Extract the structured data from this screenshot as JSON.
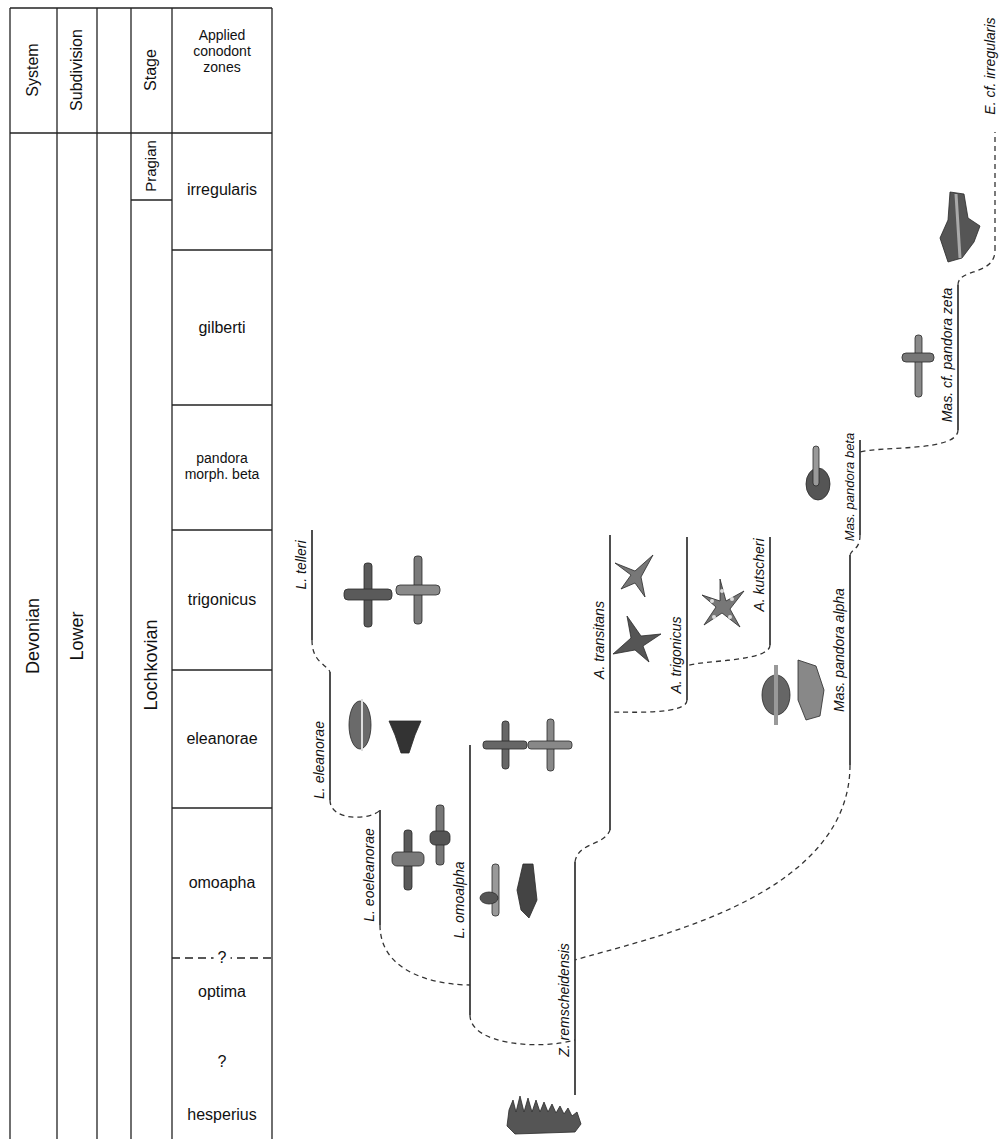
{
  "diagram": {
    "labels": [
      "System",
      "Subdivision",
      "Stage",
      "Applied conodont zones",
      "Devonian",
      "Lower",
      "Pragian",
      "Lochkovian",
      "irregularis",
      "gilberti",
      "pandora morph. beta",
      "trigonicus",
      "eleanorae",
      "omoapha",
      "?",
      "optima",
      "?",
      "hesperius",
      "L. telleri",
      "L. eleanorae",
      "L. eoeleanorae",
      "L. omoalpha",
      "Z. remscheidensis",
      "A. transitans",
      "A. trigonicus",
      "A. kutscheri",
      "Mas. pandora alpha",
      "Mas. pandora beta",
      "Mas. cf. pandora zeta",
      "E. cf. irregularis"
    ]
  }
}
